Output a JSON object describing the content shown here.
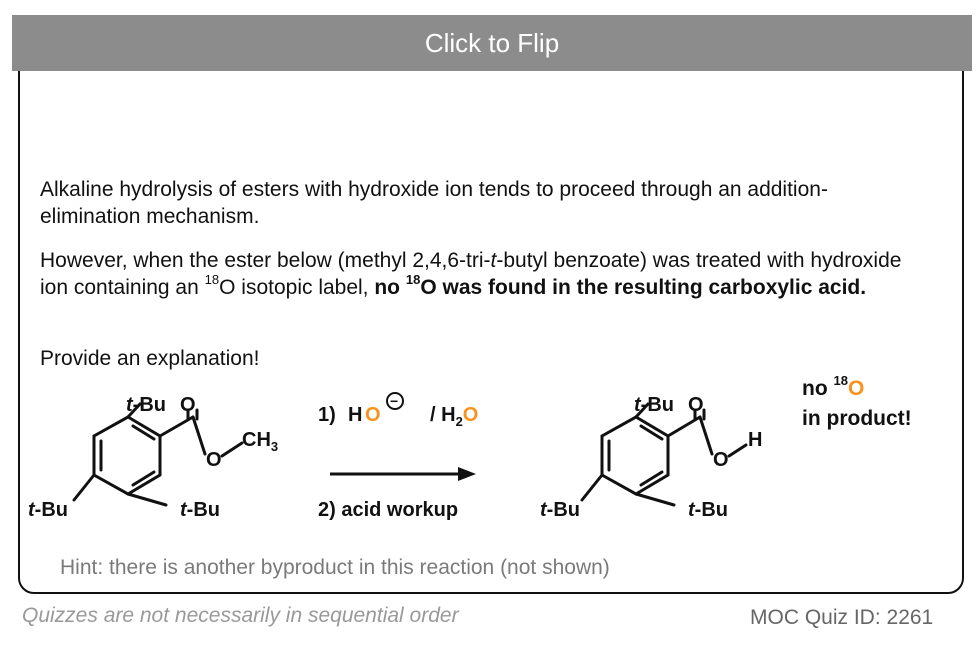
{
  "flip_label": "Click to Flip",
  "para1": "Alkaline hydrolysis of esters with hydroxide ion tends to proceed through an addition-elimination mechanism.",
  "para2": {
    "t1": "However, when the ester below (methyl 2,4,6-tri-",
    "t_italic": "t",
    "t2": "-butyl benzoate) was treated with hydroxide ion containing an ",
    "iso_mass": "18",
    "t3": "O isotopic label, ",
    "b1": "no ",
    "b_mass": "18",
    "b2": "O was found in the resulting carboxylic acid."
  },
  "para3": "Provide an explanation!",
  "scheme": {
    "tbu_t": "t",
    "tbu_rest": "-Bu",
    "o_label": "O",
    "ch3_c": "CH",
    "ch3_sub": "3",
    "h_label": "H",
    "step1_num": "1)",
    "step1_h": "H",
    "step1_o": "O",
    "minus": "−",
    "step1_water": "/ H",
    "water_sub": "2",
    "step2": "2) acid workup"
  },
  "product_note": {
    "line1_pre": "no ",
    "mass": "18",
    "line1_o": "O",
    "line2": "in product!"
  },
  "hint": "Hint: there is another byproduct in this reaction (not shown)",
  "footer_left": "Quizzes are not necessarily in sequential order",
  "footer_right": "MOC Quiz ID: 2261",
  "colors": {
    "accent_orange": "#f7931e",
    "flip_bar": "#8c8c8c"
  }
}
